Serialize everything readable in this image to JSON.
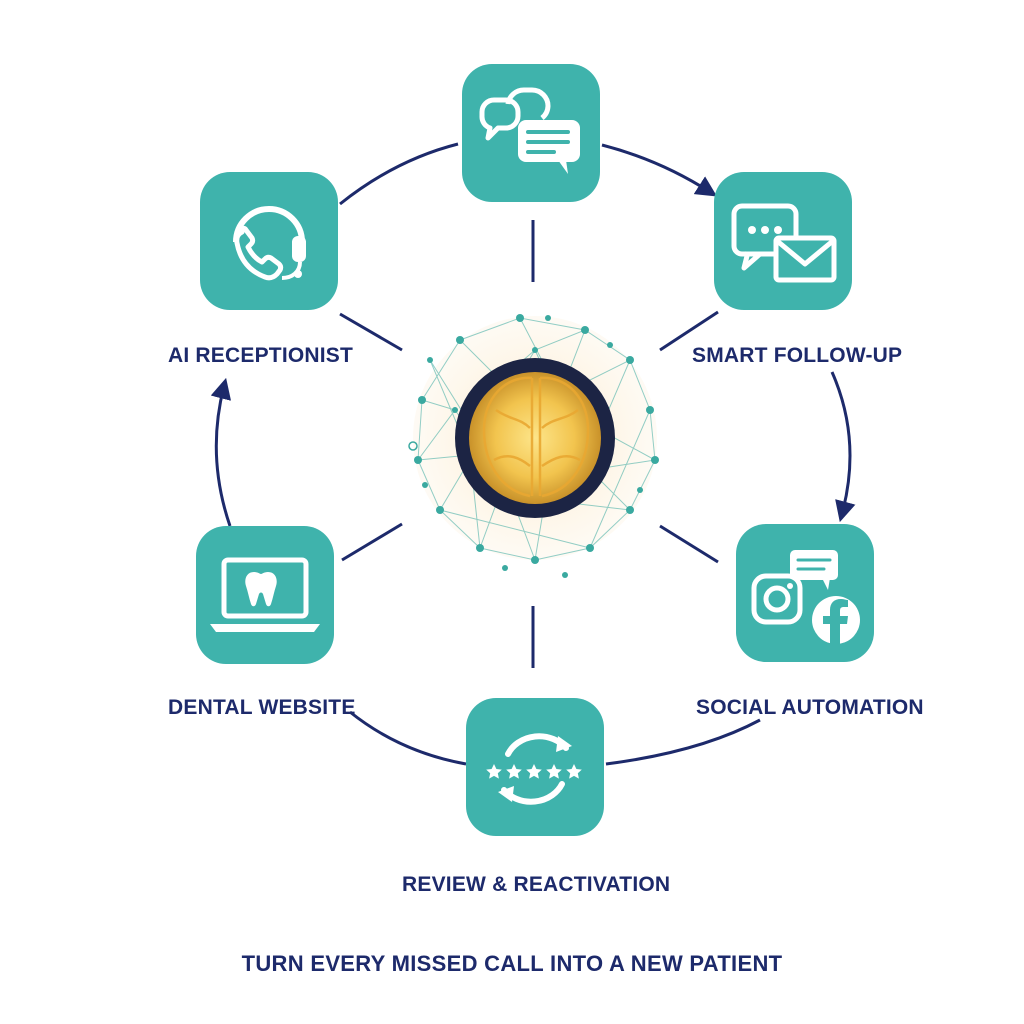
{
  "nodes": [
    {
      "id": "chat",
      "icon": "chat-bubbles-icon",
      "label": ""
    },
    {
      "id": "smart-follow-up",
      "icon": "sms-email-icon",
      "label": "SMART FOLLOW-UP"
    },
    {
      "id": "social-automation",
      "icon": "social-media-icon",
      "label": "SOCIAL AUTOMATION"
    },
    {
      "id": "review-reactivation",
      "icon": "review-refresh-icon",
      "label": "REVIEW & REACTIVATION"
    },
    {
      "id": "dental-website",
      "icon": "dental-laptop-icon",
      "label": "DENTAL WEBSITE"
    },
    {
      "id": "ai-receptionist",
      "icon": "headset-phone-icon",
      "label": "AI RECEPTIONIST"
    }
  ],
  "hub": {
    "icon": "ai-brain-network-icon"
  },
  "tagline": "TURN EVERY MISSED CALL INTO A NEW PATIENT",
  "colors": {
    "tile": "#3fb3ac",
    "navy": "#1d2a6b",
    "hub_gold": "#f2c44e",
    "network": "#3aa9a0"
  }
}
